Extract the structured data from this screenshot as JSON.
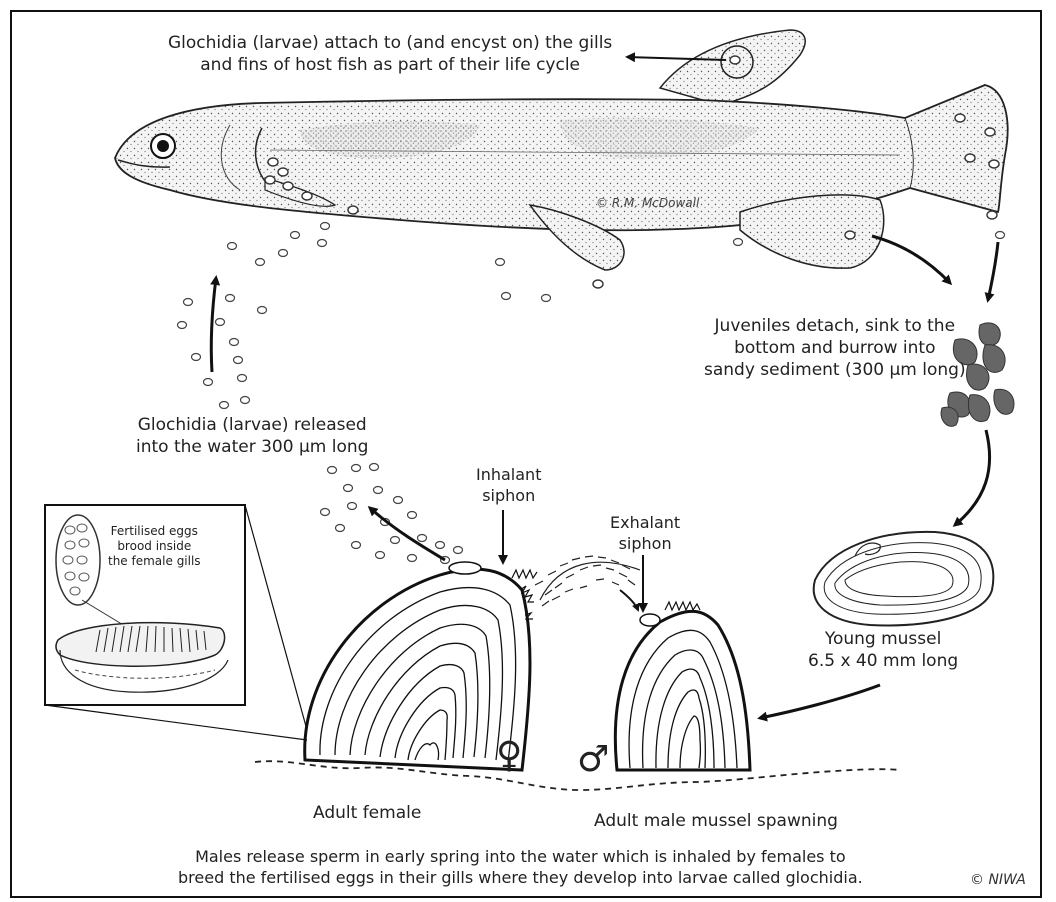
{
  "labels": {
    "glochidia_attach": [
      "Glochidia (larvae) attach to (and encyst on) the gills",
      "and fins of host fish as part of their life cycle"
    ],
    "juveniles": [
      "Juveniles detach, sink to the",
      "bottom and burrow into",
      "sandy sediment (300 µm long)"
    ],
    "glochidia_released": [
      "Glochidia (larvae) released",
      "into the water 300 µm long"
    ],
    "inhalant": [
      "Inhalant",
      "siphon"
    ],
    "exhalant": [
      "Exhalant",
      "siphon"
    ],
    "fertilised": [
      "Fertilised eggs",
      "brood inside",
      "the female gills"
    ],
    "young_mussel": [
      "Young mussel",
      "6.5 x 40 mm long"
    ],
    "adult_female": "Adult female",
    "adult_male": "Adult male mussel spawning",
    "caption": [
      "Males release sperm in early spring into the water which is inhaled by females to",
      "breed the fertilised eggs in their gills where they develop into larvae called glochidia."
    ],
    "female_symbol": "♀",
    "male_symbol": "♂"
  },
  "credits": {
    "illustrator": "© R.M. McDowall",
    "publisher": "© NIWA"
  }
}
